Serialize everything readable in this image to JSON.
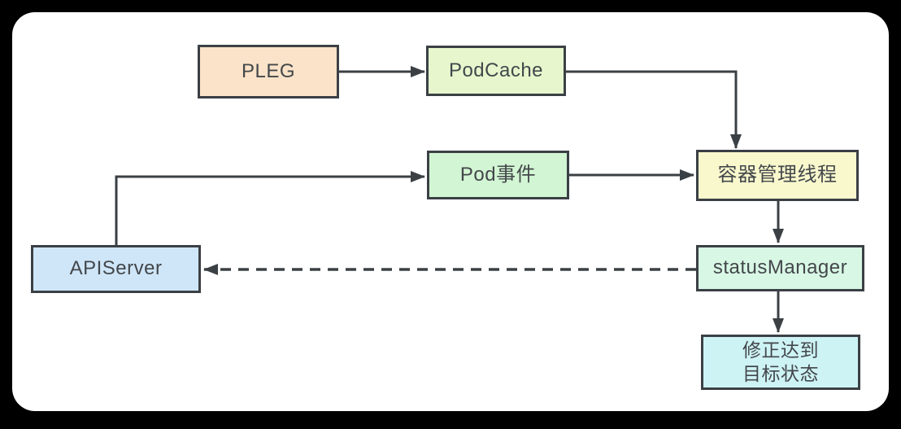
{
  "diagram": {
    "title": "kubelet pod status sync flow",
    "palette": {
      "page_background": "#000000",
      "card_background": "#ffffff",
      "edge_stroke": "#3b4045",
      "node_border": "#3b4045",
      "text_color": "#43474b"
    },
    "nodes": {
      "pleg": {
        "label": "PLEG",
        "fill": "#fae3c8"
      },
      "podcache": {
        "label": "PodCache",
        "fill": "#e7f6cd"
      },
      "pod_event": {
        "label": "Pod事件",
        "fill": "#d2f5d3"
      },
      "container_thread": {
        "label": "容器管理线程",
        "fill": "#f9f8cd"
      },
      "apiserver": {
        "label": "APIServer",
        "fill": "#cfe6f8"
      },
      "status_manager": {
        "label": "statusManager",
        "fill": "#d8f7e5"
      },
      "fix_state": {
        "label": "修正达到\n目标状态",
        "fill": "#cef3f5"
      }
    },
    "edges": [
      {
        "from": "PLEG",
        "to": "PodCache",
        "style": "solid",
        "shape": "straight"
      },
      {
        "from": "PodCache",
        "to": "容器管理线程",
        "style": "solid",
        "shape": "elbow"
      },
      {
        "from": "Pod事件",
        "to": "容器管理线程",
        "style": "solid",
        "shape": "straight"
      },
      {
        "from": "APIServer",
        "to": "Pod事件",
        "style": "solid",
        "shape": "elbow"
      },
      {
        "from": "容器管理线程",
        "to": "statusManager",
        "style": "solid",
        "shape": "straight"
      },
      {
        "from": "statusManager",
        "to": "APIServer",
        "style": "dashed",
        "shape": "straight"
      },
      {
        "from": "statusManager",
        "to": "修正达到目标状态",
        "style": "solid",
        "shape": "straight"
      }
    ]
  }
}
